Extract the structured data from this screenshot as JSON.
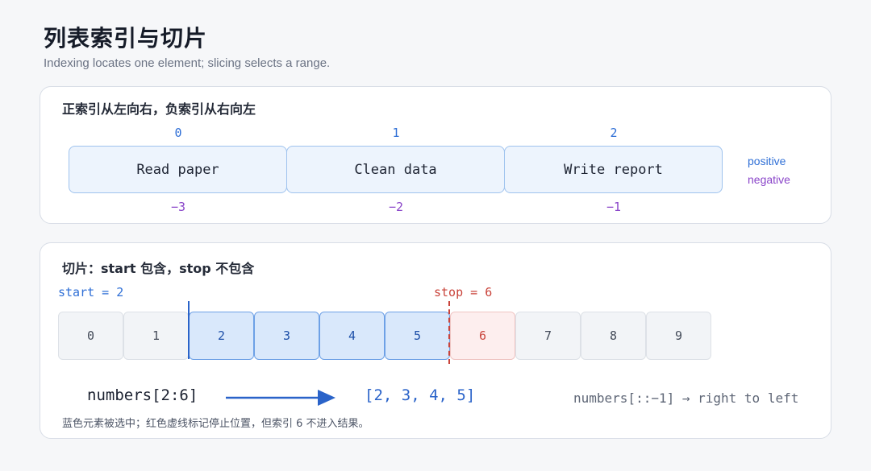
{
  "page": {
    "title": "列表索引与切片",
    "subtitle": "Indexing locates one element; slicing selects a range."
  },
  "indexing": {
    "heading": "正索引从左向右，负索引从右向左",
    "items": [
      {
        "label": "Read paper",
        "positive": "0",
        "negative": "−3"
      },
      {
        "label": "Clean data",
        "positive": "1",
        "negative": "−2"
      },
      {
        "label": "Write report",
        "positive": "2",
        "negative": "−1"
      }
    ],
    "legend": {
      "positive": "positive",
      "negative": "negative"
    },
    "colors": {
      "positive": "#2f6fd6",
      "negative": "#8a45c9"
    }
  },
  "slicing": {
    "heading": "切片：start 包含，stop 不包含",
    "start_label": "start = 2",
    "stop_label": "stop = 6",
    "start": 2,
    "stop": 6,
    "cells": [
      "0",
      "1",
      "2",
      "3",
      "4",
      "5",
      "6",
      "7",
      "8",
      "9"
    ],
    "expression": "numbers[2:6]",
    "result": "[2, 3, 4, 5]",
    "reverse_note": "numbers[::−1] → right to left",
    "footnote": "蓝色元素被选中；红色虚线标记停止位置，但索引 6 不进入结果。",
    "colors": {
      "selected": "#2a63c9",
      "stop": "#c9443b"
    }
  }
}
